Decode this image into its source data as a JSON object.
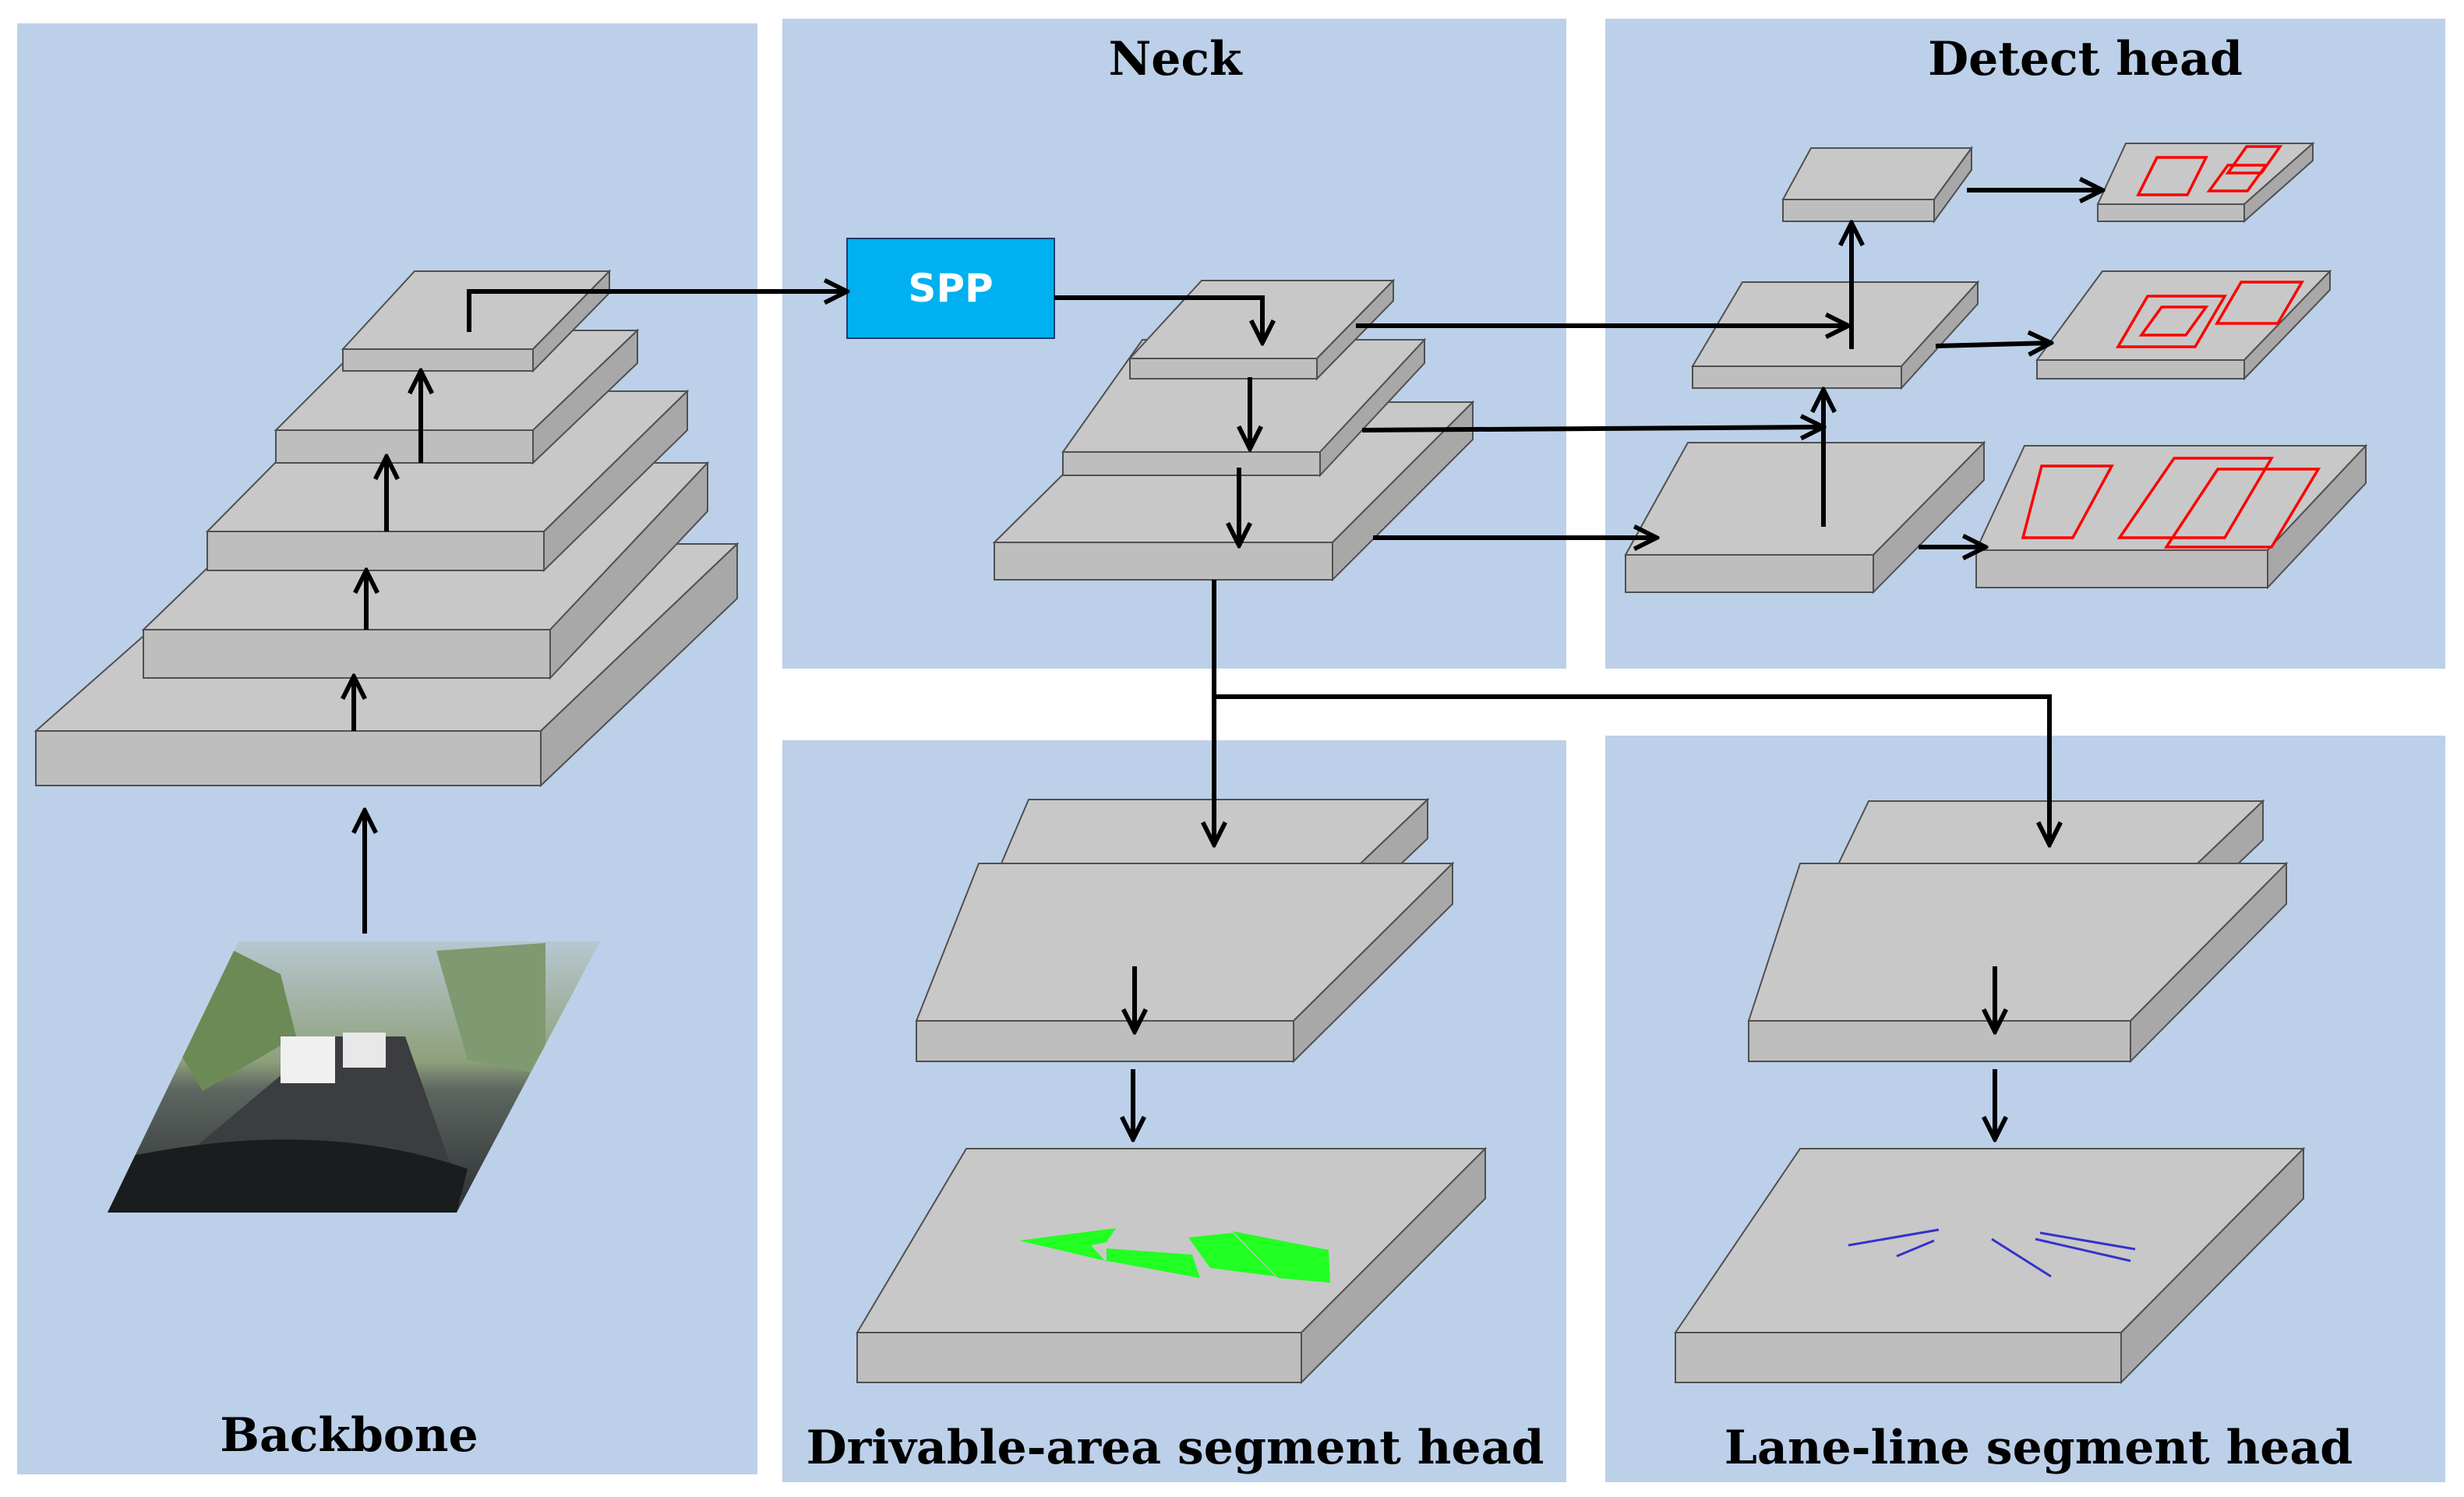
{
  "figure": {
    "panels": {
      "backbone": "Backbone",
      "neck": "Neck",
      "detect": "Detect head",
      "drivable": "Drivable-area segment head",
      "lane": "Lane-line segment head"
    },
    "spp_label": "SPP",
    "colors": {
      "panel_bg": "#bdd0e9",
      "slab_top": "#c8c8c8",
      "slab_side": "#a8a8a8",
      "slab_front": "#bebebe",
      "spp_fill": "#00b0f0",
      "detect_boxes": "#ff0000",
      "drivable_area": "#22ff22",
      "lane_lines": "#3333cc",
      "arrows": "#000000"
    },
    "input_image": "road-scene-photo"
  }
}
